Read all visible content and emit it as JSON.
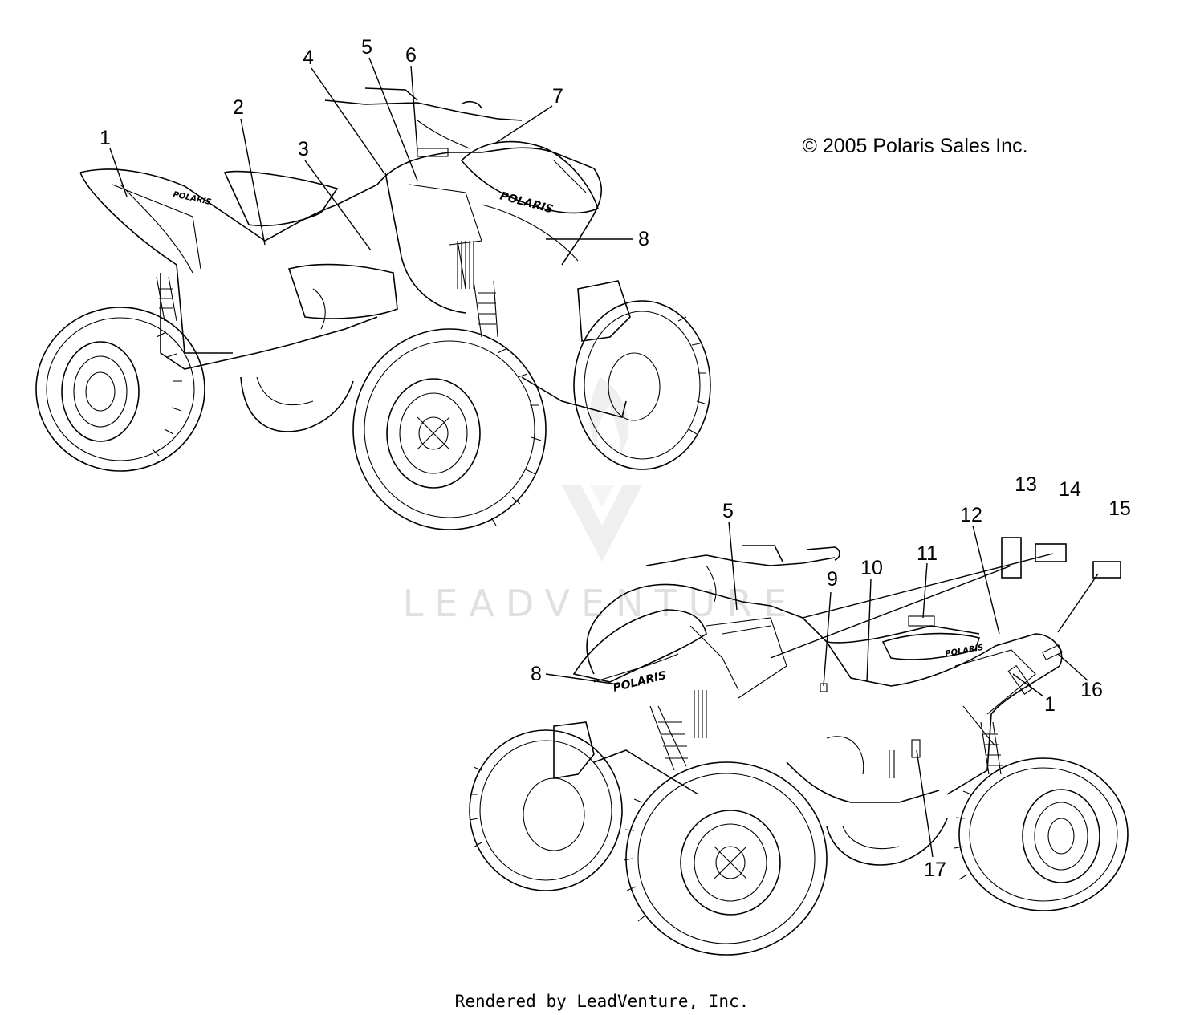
{
  "copyright": "© 2005 Polaris Sales Inc.",
  "footer": "Rendered by LeadVenture, Inc.",
  "watermark": "LEADVENTURE",
  "decal_brand": "POLARIS",
  "callouts_upper": [
    "1",
    "2",
    "3",
    "4",
    "5",
    "6",
    "7",
    "8"
  ],
  "callouts_lower": [
    "5",
    "8",
    "9",
    "10",
    "11",
    "12",
    "13",
    "14",
    "15",
    "1",
    "16",
    "17"
  ]
}
